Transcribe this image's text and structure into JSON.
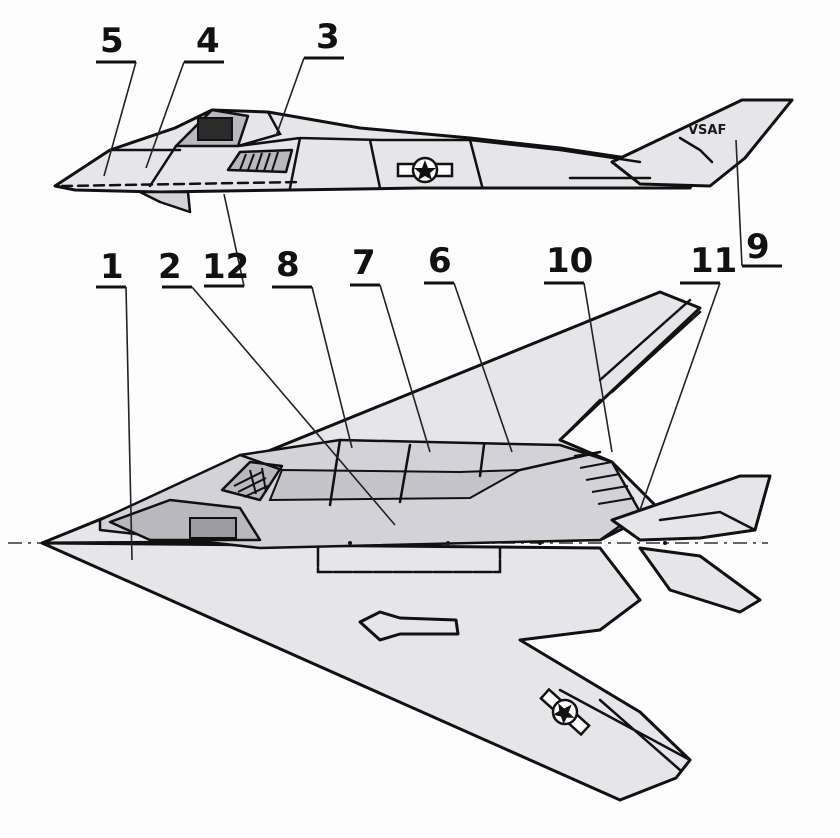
{
  "figure": {
    "callouts": [
      {
        "id": "c1",
        "label": "1"
      },
      {
        "id": "c2",
        "label": "2"
      },
      {
        "id": "c3",
        "label": "3"
      },
      {
        "id": "c4",
        "label": "4"
      },
      {
        "id": "c5",
        "label": "5"
      },
      {
        "id": "c6",
        "label": "6"
      },
      {
        "id": "c7",
        "label": "7"
      },
      {
        "id": "c8",
        "label": "8"
      },
      {
        "id": "c9",
        "label": "9"
      },
      {
        "id": "c10",
        "label": "10"
      },
      {
        "id": "c11",
        "label": "11"
      },
      {
        "id": "c12",
        "label": "12"
      }
    ],
    "tail_marking": "VSAF"
  }
}
